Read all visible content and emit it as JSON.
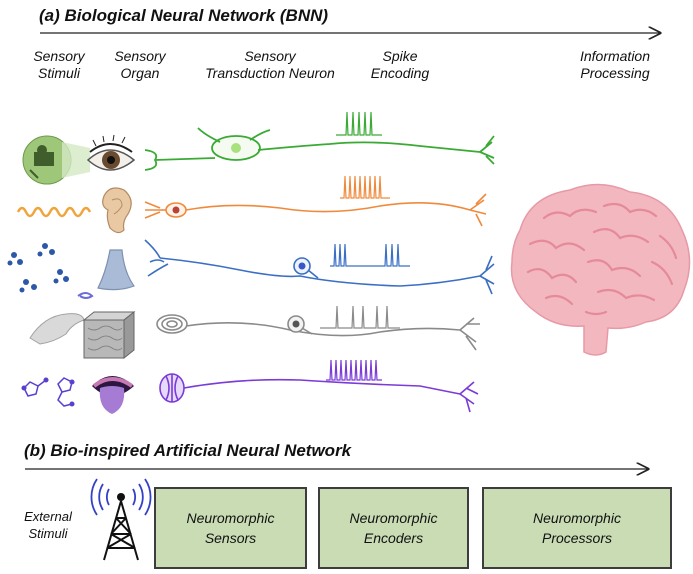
{
  "part_a": {
    "title": "(a) Biological Neural Network (BNN)",
    "stages": [
      {
        "line1": "Sensory",
        "line2": "Stimuli"
      },
      {
        "line1": "Sensory",
        "line2": "Organ"
      },
      {
        "line1": "Sensory",
        "line2": "Transduction Neuron"
      },
      {
        "line1": "Spike",
        "line2": "Encoding"
      },
      {
        "line1": "Information",
        "line2": "Processing"
      }
    ],
    "rows": [
      {
        "sense": "vision",
        "color": "#3aaa35"
      },
      {
        "sense": "hearing",
        "color": "#ef8a3c"
      },
      {
        "sense": "smell",
        "color": "#3a6fc4"
      },
      {
        "sense": "touch",
        "color": "#8a8a8a"
      },
      {
        "sense": "taste",
        "color": "#7a3bd6"
      }
    ]
  },
  "part_b": {
    "title": "(b) Bio-inspired Artificial Neural Network",
    "external": {
      "line1": "External",
      "line2": "Stimuli"
    },
    "boxes": [
      {
        "line1": "Neuromorphic",
        "line2": "Sensors"
      },
      {
        "line1": "Neuromorphic",
        "line2": "Encoders"
      },
      {
        "line1": "Neuromorphic",
        "line2": "Processors"
      }
    ],
    "box_fill": "#c9dcb4"
  }
}
